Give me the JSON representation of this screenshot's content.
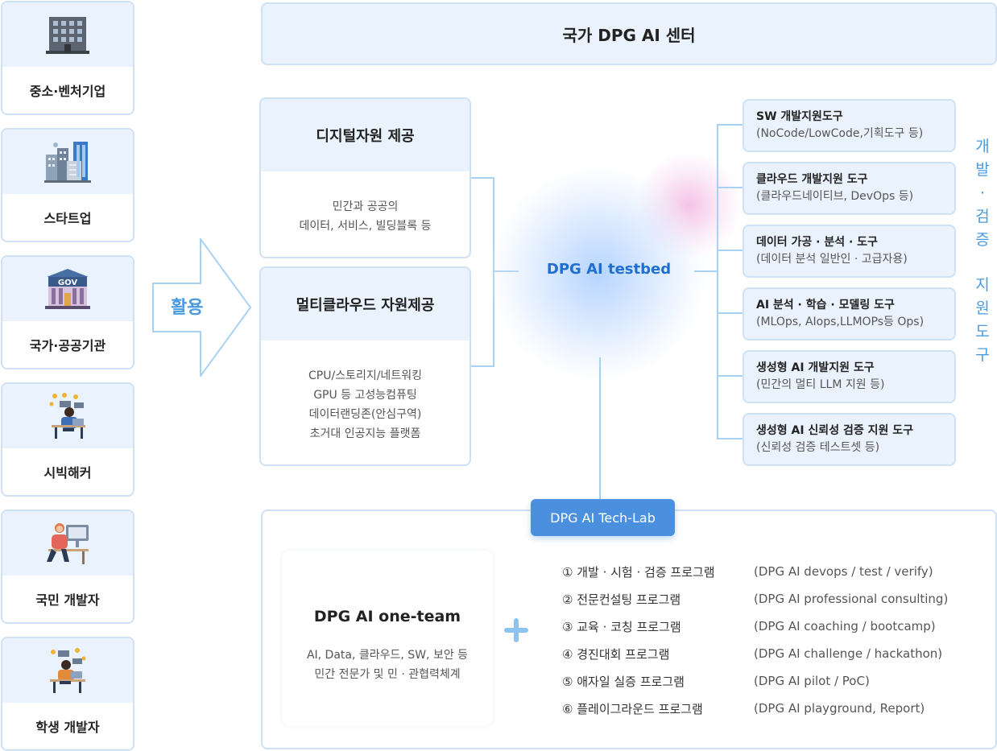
{
  "users": [
    {
      "label": "중소·벤처기업",
      "icon": "office-building-icon"
    },
    {
      "label": "스타트업",
      "icon": "city-buildings-icon"
    },
    {
      "label": "국가·공공기관",
      "icon": "gov-building-icon"
    },
    {
      "label": "시빅해커",
      "icon": "civic-hacker-icon"
    },
    {
      "label": "국민 개발자",
      "icon": "citizen-developer-icon"
    },
    {
      "label": "학생 개발자",
      "icon": "student-developer-icon"
    }
  ],
  "arrow_label": "활용",
  "header": {
    "title": "국가 DPG AI 센터"
  },
  "resources": [
    {
      "title": "디지털자원 제공",
      "desc": [
        "민간과 공공의",
        "데이터, 서비스, 빌딩블록 등"
      ]
    },
    {
      "title": "멀티클라우드 자원제공",
      "desc": [
        "CPU/스토리지/네트워킹",
        "GPU 등 고성능컴퓨팅",
        "데이터랜딩존(안심구역)",
        "초거대 인공지능 플랫폼"
      ]
    }
  ],
  "testbed": {
    "label": "DPG AI testbed"
  },
  "tools": [
    {
      "title": "SW 개발지원도구",
      "desc": "(NoCode/LowCode,기획도구 등)"
    },
    {
      "title": "클라우드 개발지원 도구",
      "desc": "(클라우드네이티브, DevOps 등)"
    },
    {
      "title": "데이터 가공 · 분석 · 도구",
      "desc": "(데이터 분석 일반인 · 고급자용)"
    },
    {
      "title": "AI 분석 · 학습 · 모델링 도구",
      "desc": "(MLOps, AIops,LLMOPs등 Ops)"
    },
    {
      "title": "생성형 AI 개발지원 도구",
      "desc": "(민간의 멀티 LLM 지원 등)"
    },
    {
      "title": "생성형 AI 신뢰성 검증 지원 도구",
      "desc": "(신뢰성 검증 테스트셋 등)"
    }
  ],
  "vertical_label_1": [
    "개",
    "발",
    "·",
    "검",
    "증"
  ],
  "vertical_label_2": [
    "지",
    "원",
    "도",
    "구"
  ],
  "techlab": {
    "tag": "DPG AI Tech-Lab",
    "oneteam_title": "DPG AI one-team",
    "oneteam_desc": [
      "AI, Data, 클라우드, SW, 보안 등",
      "민간 전문가 및 민 · 관협력체계"
    ],
    "programs": [
      {
        "kr": "① 개발 · 시험 · 검증 프로그램",
        "en": "(DPG AI devops / test / verify)"
      },
      {
        "kr": "② 전문컨설팅 프로그램",
        "en": "(DPG AI professional consulting)"
      },
      {
        "kr": "③ 교육 · 코칭 프로그램",
        "en": "(DPG AI coaching / bootcamp)"
      },
      {
        "kr": "④ 경진대회 프로그램",
        "en": "(DPG AI challenge / hackathon)"
      },
      {
        "kr": "⑤ 애자일 실증 프로그램",
        "en": "(DPG AI pilot / PoC)"
      },
      {
        "kr": "⑥ 플레이그라운드 프로그램",
        "en": "(DPG AI playground, Report)"
      }
    ]
  },
  "colors": {
    "accent": "#4a9ae0",
    "testbed": "#1f6fd1",
    "panel_bg": "#eaf3fd",
    "border": "#cfe1f5",
    "tag_bg": "#4a90de"
  }
}
